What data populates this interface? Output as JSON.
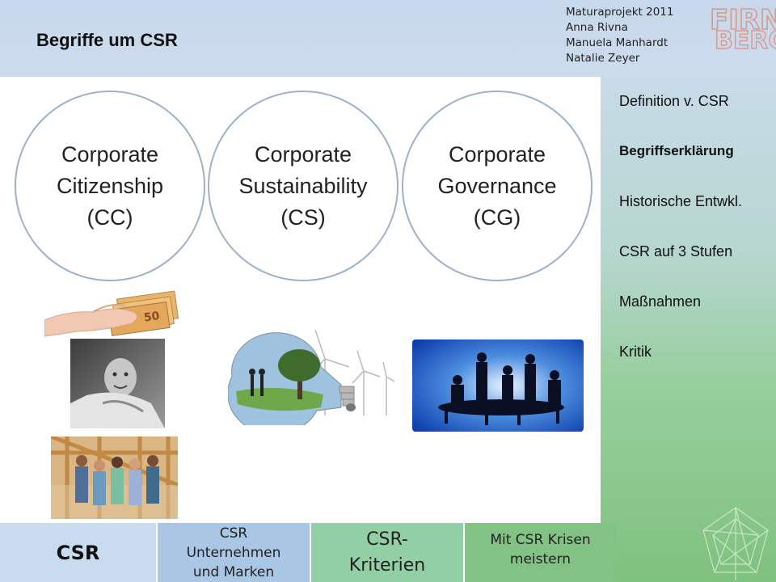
{
  "header": {
    "title": "Begriffe um CSR",
    "credits": [
      "Maturaprojekt 2011",
      "Anna Rivna",
      "Manuela Manhardt",
      "Natalie Zeyer"
    ],
    "logo_text_1": "FIRN",
    "logo_text_2": "BERG"
  },
  "circles": [
    {
      "line1": "Corporate",
      "line2": "Citizenship",
      "line3": "(CC)"
    },
    {
      "line1": "Corporate",
      "line2": "Sustainability",
      "line3": "(CS)"
    },
    {
      "line1": "Corporate",
      "line2": "Governance",
      "line3": "(CG)"
    }
  ],
  "sidebar": {
    "items": [
      {
        "label": "Definition v. CSR",
        "active": false
      },
      {
        "label": "Begriffserklärung",
        "active": true
      },
      {
        "label": "Historische Entwkl.",
        "active": false
      },
      {
        "label": "CSR auf 3 Stufen",
        "active": false
      },
      {
        "label": "Maßnahmen",
        "active": false
      },
      {
        "label": "Kritik",
        "active": false
      }
    ]
  },
  "bottom_tabs": [
    {
      "label": "CSR",
      "color": "#c9dcef"
    },
    {
      "label_lines": [
        "CSR",
        "Unternehmen",
        "und Marken"
      ],
      "color": "#a9c6e4"
    },
    {
      "label_lines": [
        "CSR-",
        "Kriterien"
      ],
      "color": "#93cfa5"
    },
    {
      "label_lines": [
        "Mit CSR Krisen",
        "meistern"
      ],
      "color": "#82c284"
    }
  ],
  "photos": {
    "money_note": "50"
  },
  "colors": {
    "circle_border": "#9cb2c8",
    "header_bg": "#c7d8ec",
    "sidebar_green": "#7fc17e"
  }
}
